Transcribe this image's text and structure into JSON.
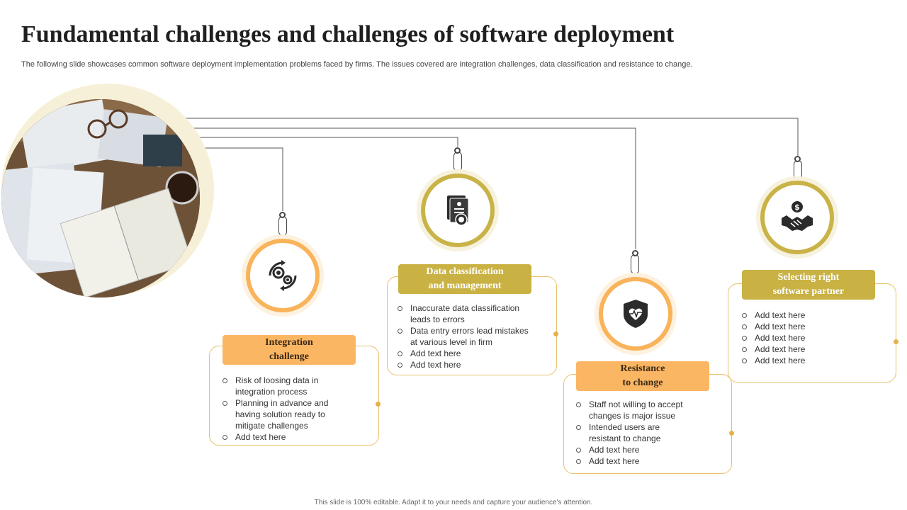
{
  "title": "Fundamental challenges and challenges of software deployment",
  "subtitle": "The following slide showcases common software deployment implementation problems faced by firms. The issues covered are integration challenges, data classification and resistance to change.",
  "footer": "This slide is 100% editable. Adapt it to your needs and capture your audience's attention.",
  "colors": {
    "orange": "#f9b35a",
    "gold": "#c9b348",
    "box_border": "#e8c06a"
  },
  "cards": [
    {
      "icon": "gears-icon",
      "heading_line1": "Integration",
      "heading_line2": "challenge",
      "items": [
        "Risk of loosing data in",
        "integration process",
        "Planning in advance  and",
        "having  solution ready to",
        "mitigate challenges",
        "Add text here"
      ]
    },
    {
      "icon": "document-certificate-icon",
      "heading_line1": "Data classification",
      "heading_line2": "and management",
      "items": [
        "Inaccurate data classification",
        "leads to errors",
        "Data entry errors lead mistakes",
        "at various  level  in firm",
        "Add text here",
        "Add text here"
      ]
    },
    {
      "icon": "shield-heartbeat-icon",
      "heading_line1": "Resistance",
      "heading_line2": "to change",
      "items": [
        "Staff not willing to accept",
        "changes is major issue",
        "Intended users are",
        "resistant to change",
        "Add text here",
        "Add text here"
      ]
    },
    {
      "icon": "handshake-dollar-icon",
      "heading_line1": "Selecting right",
      "heading_line2": "software partner",
      "items": [
        "Add text here",
        "Add text here",
        "Add text here",
        "Add text here",
        "Add text here"
      ]
    }
  ]
}
